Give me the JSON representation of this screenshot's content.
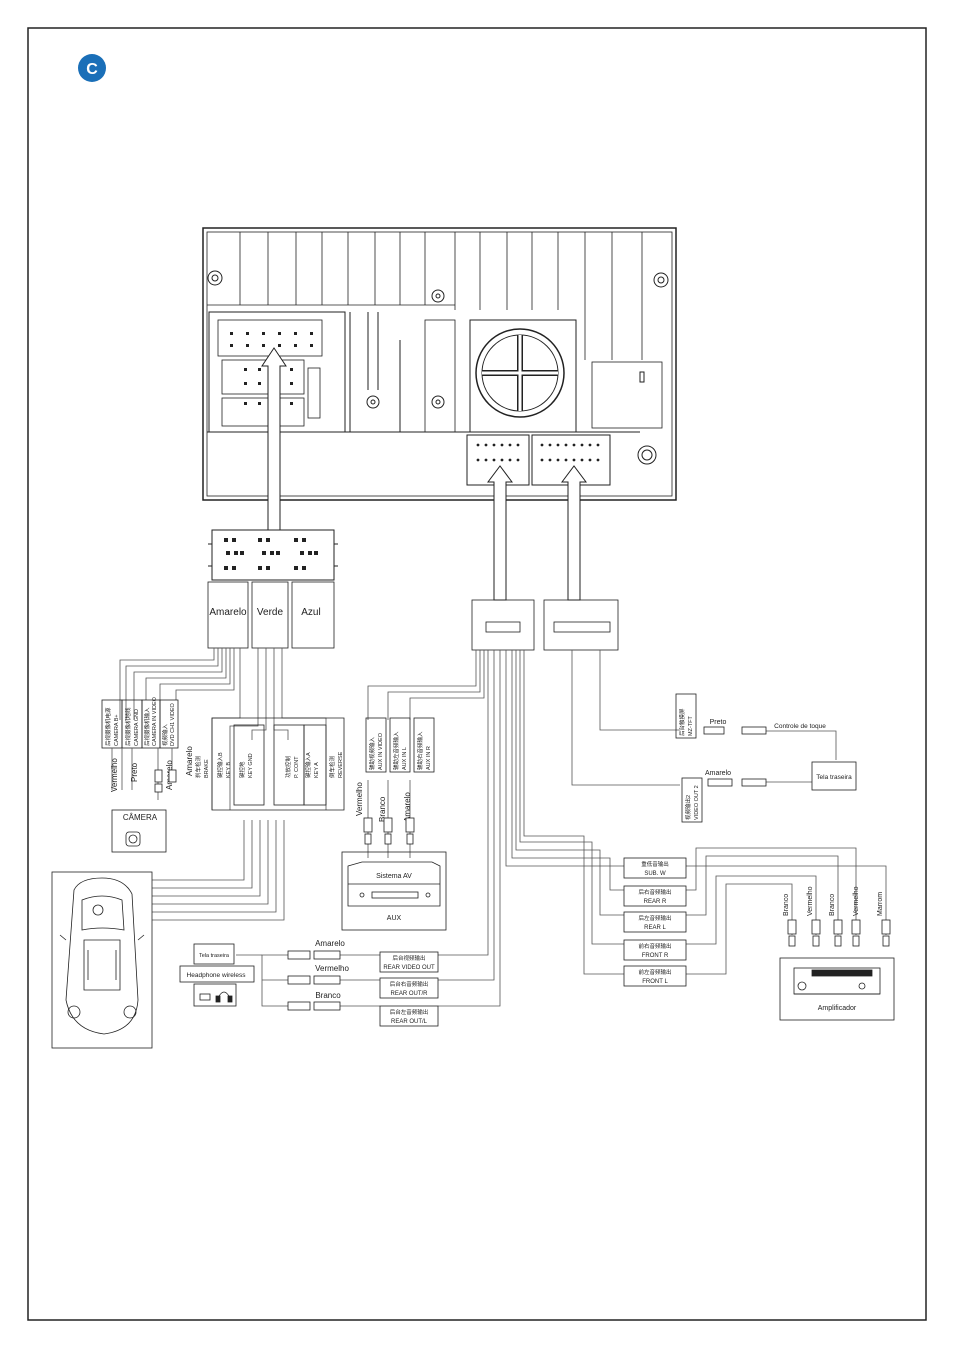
{
  "badge": "C",
  "harness": {
    "amarelo": "Amarelo",
    "verde": "Verde",
    "azul": "Azul"
  },
  "camera_labels": {
    "cn_power": "后视摄像机电源",
    "camera_b": "CAMERA B+",
    "cn_gnd": "后视摄像机地线",
    "camera_gnd": "CAMERA GND",
    "cn_video": "后视摄像机输入",
    "camera_in_video": "CAMERA IN VIDEO",
    "cn_dvd": "视频输入",
    "dvd_video": "DVD CH1 VIDEO"
  },
  "wires": {
    "vermelho": "Vermelho",
    "preto": "Preto",
    "amarelo": "Amarelo",
    "branco": "Branco",
    "marrom": "Marrom",
    "camera": "CÂMERA"
  },
  "control_labels": {
    "cn_brake": "刹车检测",
    "brake": "BRAKE",
    "cn_key_b": "键控输入B",
    "key_b": "KEY B",
    "cn_key_gnd": "键控地",
    "key_gnd": "KEY GND",
    "cn_p_cont": "功放控制",
    "p_cont": "P. CONT",
    "cn_key_a": "键控输入A",
    "key_a": "KEY A",
    "cn_reverse": "倒车检测",
    "reverse": "REVERSE"
  },
  "aux_labels": {
    "cn_video": "辅助视频输入",
    "video": "AUX IN VIDEO",
    "cn_l": "辅助左音频输入",
    "l": "AUX IN L",
    "cn_r": "辅助右音频输入",
    "r": "AUX IN R",
    "sistema_av": "Sistema AV",
    "aux": "AUX"
  },
  "touch": {
    "cn_mz": "后台触摸屏",
    "mz": "MZ-TFT",
    "controle": "Controle de toque",
    "tela": "Tela traseira",
    "cn_video2": "视频输出2",
    "video_out2": "VIDEO OUT 2"
  },
  "audio_out": {
    "cn_sub": "重低音输出",
    "sub": "SUB. W",
    "cn_rear_r": "后右音频输出",
    "rear_r": "REAR R",
    "cn_rear_l": "后左音频输出",
    "rear_l": "REAR L",
    "cn_front_r": "前右音频输出",
    "front_r": "FRONT R",
    "cn_front_l": "前左音频输出",
    "front_l": "FRONT L",
    "amplificador": "Amplificador"
  },
  "rear_out": {
    "tela": "Tela traseira",
    "headphone": "Headphone wireless",
    "cn_video": "后台视频输出",
    "video": "REAR VIDEO OUT",
    "cn_r": "后台右音频输出",
    "r": "REAR OUT/R",
    "cn_l": "后台左音频输出",
    "l": "REAR OUT/L"
  }
}
